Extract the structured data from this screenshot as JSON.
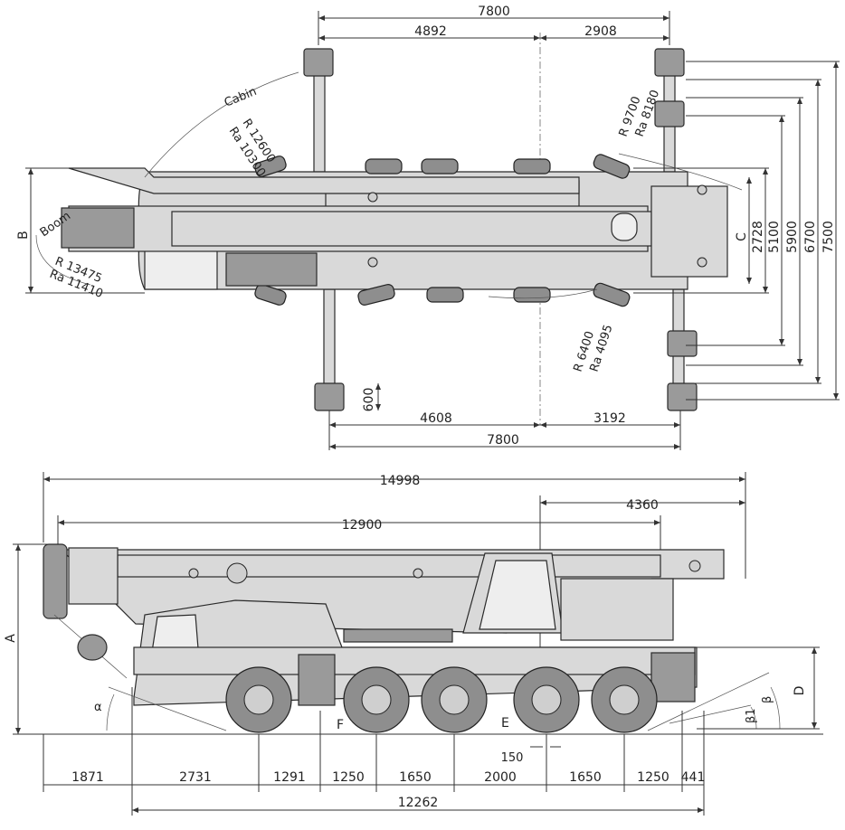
{
  "top_view": {
    "dim_total_top": "7800",
    "dim_front_top": "4892",
    "dim_rear_top": "2908",
    "dim_total_bottom": "7800",
    "dim_front_bottom": "4608",
    "dim_rear_bottom": "3192",
    "dim_pad": "600",
    "label_b": "B",
    "label_c": "C",
    "label_cabin": "Cabin",
    "label_boom": "Boom",
    "radius_cabin_r": "R 12600",
    "radius_cabin_ra": "Ra 10300",
    "radius_rear_r": "R 9700",
    "radius_rear_ra": "Ra 8180",
    "radius_boom_r": "R 13475",
    "radius_boom_ra": "Ra 11410",
    "radius_wheel_r": "R 6400",
    "radius_wheel_ra": "Ra 4095",
    "width_dims": [
      "2728",
      "5100",
      "5900",
      "6700",
      "7500"
    ]
  },
  "side_view": {
    "dim_overall": "14998",
    "dim_boom": "12900",
    "dim_rear": "4360",
    "label_a": "A",
    "label_d": "D",
    "label_e": "E",
    "label_f": "F",
    "label_alpha": "α",
    "label_beta": "β",
    "label_beta1": "β1",
    "dim_150": "150",
    "axle_dims": [
      "1871",
      "2731",
      "1291",
      "1250",
      "1650",
      "2000",
      "1650",
      "1250",
      "441"
    ],
    "dim_chassis": "12262"
  }
}
